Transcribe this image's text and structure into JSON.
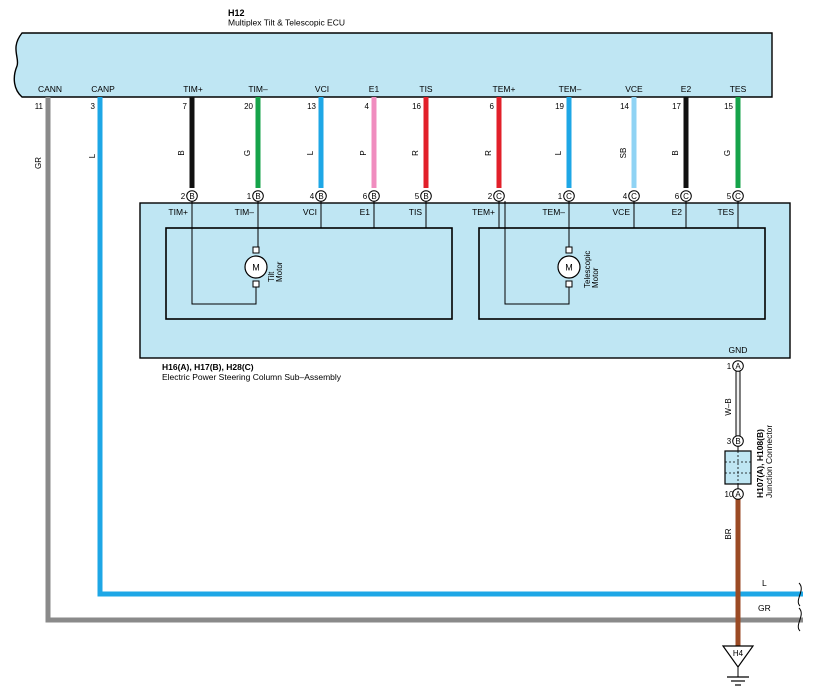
{
  "ecu": {
    "connector": "H12",
    "name": "Multiplex Tilt & Telescopic ECU"
  },
  "colors": {
    "panel_fill": "#bfe6f3",
    "panel_stroke": "#000000",
    "L": "#1ea7e6",
    "SB": "#8fd3f4",
    "G": "#16a34a",
    "B": "#111111",
    "P": "#f08dbf",
    "R": "#e2202a",
    "GR": "#8a8a8a",
    "W-B": "#f0f0f0",
    "BR": "#9b4a24"
  },
  "ecu_pins": [
    {
      "label": "CANN",
      "num": "11",
      "wire": "GR"
    },
    {
      "label": "CANP",
      "num": "3",
      "wire": "L"
    },
    {
      "label": "TIM+",
      "num": "7",
      "wire": "B",
      "to_pin": "2",
      "to_conn": "B",
      "col_label": "TIM+"
    },
    {
      "label": "TIM–",
      "num": "20",
      "wire": "G",
      "to_pin": "1",
      "to_conn": "B",
      "col_label": "TIM–"
    },
    {
      "label": "VCI",
      "num": "13",
      "wire": "L",
      "to_pin": "4",
      "to_conn": "B",
      "col_label": "VCI"
    },
    {
      "label": "E1",
      "num": "4",
      "wire": "P",
      "to_pin": "6",
      "to_conn": "B",
      "col_label": "E1"
    },
    {
      "label": "TIS",
      "num": "16",
      "wire": "R",
      "to_pin": "5",
      "to_conn": "B",
      "col_label": "TIS"
    },
    {
      "label": "TEM+",
      "num": "6",
      "wire": "R",
      "to_pin": "2",
      "to_conn": "C",
      "col_label": "TEM+"
    },
    {
      "label": "TEM–",
      "num": "19",
      "wire": "L",
      "to_pin": "1",
      "to_conn": "C",
      "col_label": "TEM–"
    },
    {
      "label": "VCE",
      "num": "14",
      "wire": "SB",
      "to_pin": "4",
      "to_conn": "C",
      "col_label": "VCE"
    },
    {
      "label": "E2",
      "num": "17",
      "wire": "B",
      "to_pin": "6",
      "to_conn": "C",
      "col_label": "E2"
    },
    {
      "label": "TES",
      "num": "15",
      "wire": "G",
      "to_pin": "5",
      "to_conn": "C",
      "col_label": "TES"
    }
  ],
  "column": {
    "connectors": "H16(A), H17(B), H28(C)",
    "name": "Electric Power Steering Column Sub–Assembly",
    "gnd_label": "GND",
    "gnd_pin": "1",
    "gnd_conn": "A"
  },
  "motors": {
    "tilt": {
      "symbol": "M",
      "line1": "Tilt",
      "line2": "Motor"
    },
    "telescopic": {
      "symbol": "M",
      "line1": "Telescopic",
      "line2": "Motor"
    }
  },
  "junction": {
    "connectors": "H107(A), H108(B)",
    "name": "Junction Connector",
    "top_pin": "3",
    "top_conn": "B",
    "bottom_pin": "10",
    "bottom_conn": "A",
    "wire_in": "W–B",
    "wire_out": "BR"
  },
  "bus": {
    "l_label": "L",
    "gr_label": "GR"
  },
  "ground": {
    "label": "H4"
  }
}
